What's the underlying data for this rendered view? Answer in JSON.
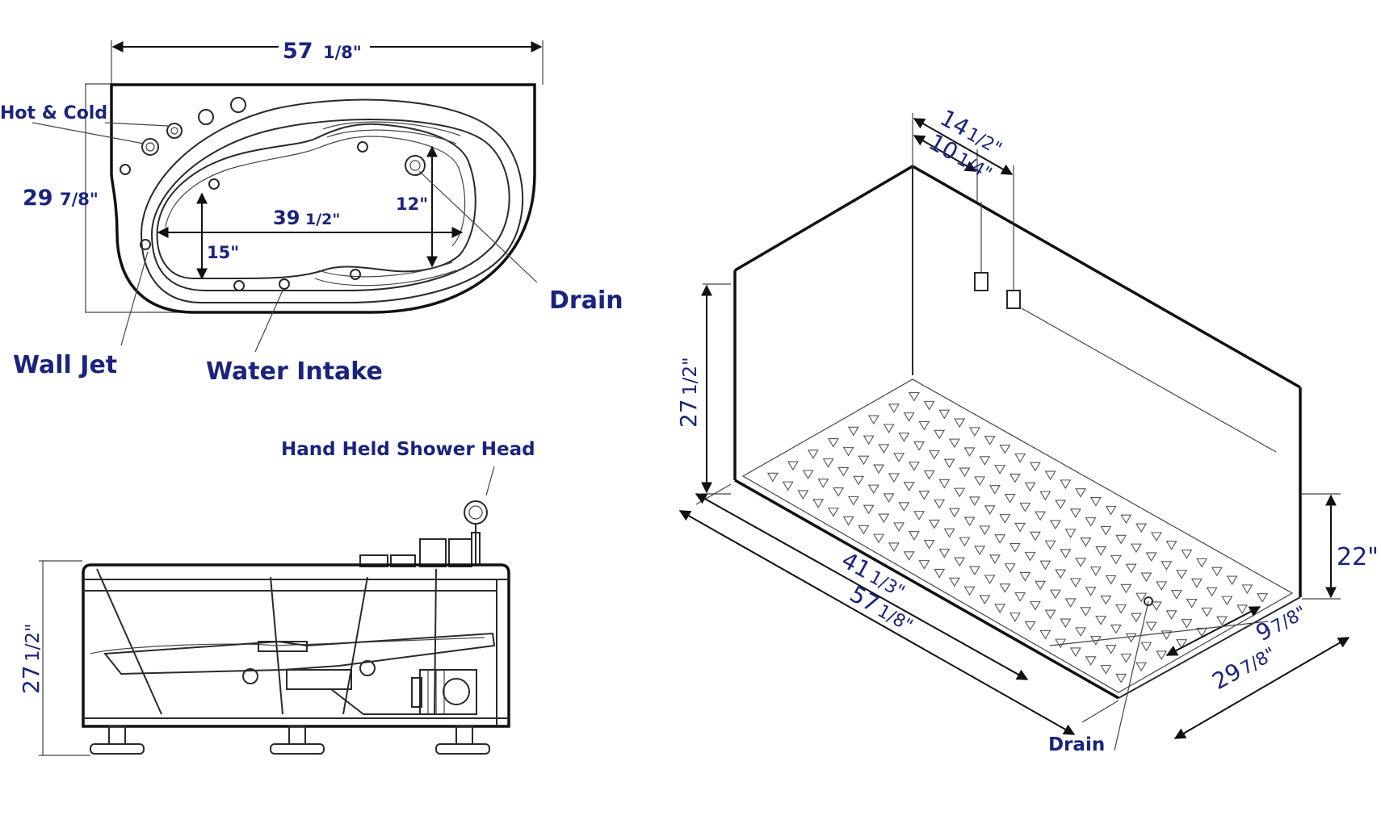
{
  "top_view": {
    "width_whole": "57",
    "width_frac": "1/8\"",
    "depth_whole": "29",
    "depth_frac": "7/8\"",
    "inner_length_whole": "39",
    "inner_length_frac": "1/2\"",
    "inner_width_narrow": "15\"",
    "inner_width_wide": "12\"",
    "label_hot_cold": "Hot & Cold",
    "label_drain": "Drain",
    "label_wall_jet": "Wall Jet",
    "label_water_intake": "Water Intake"
  },
  "side_view": {
    "label_shower": "Hand Held Shower Head",
    "height_whole": "27",
    "height_frac": "1/2\""
  },
  "iso_view": {
    "top_dim_whole": "14",
    "top_dim_frac": "1/2\"",
    "top_dim2_whole": "10",
    "top_dim2_frac": "1/4\"",
    "height_whole": "27",
    "height_frac": "1/2\"",
    "right_height": "22\"",
    "inner_len_whole": "41",
    "inner_len_frac": "1/3\"",
    "outer_len_whole": "57",
    "outer_len_frac": "1/8\"",
    "inner_depth_whole": "9",
    "inner_depth_frac": "7/8\"",
    "outer_depth_whole": "29",
    "outer_depth_frac": "7/8\"",
    "label_drain": "Drain"
  },
  "colors": {
    "label": "#1a237e",
    "line": "#2a2a2a"
  }
}
